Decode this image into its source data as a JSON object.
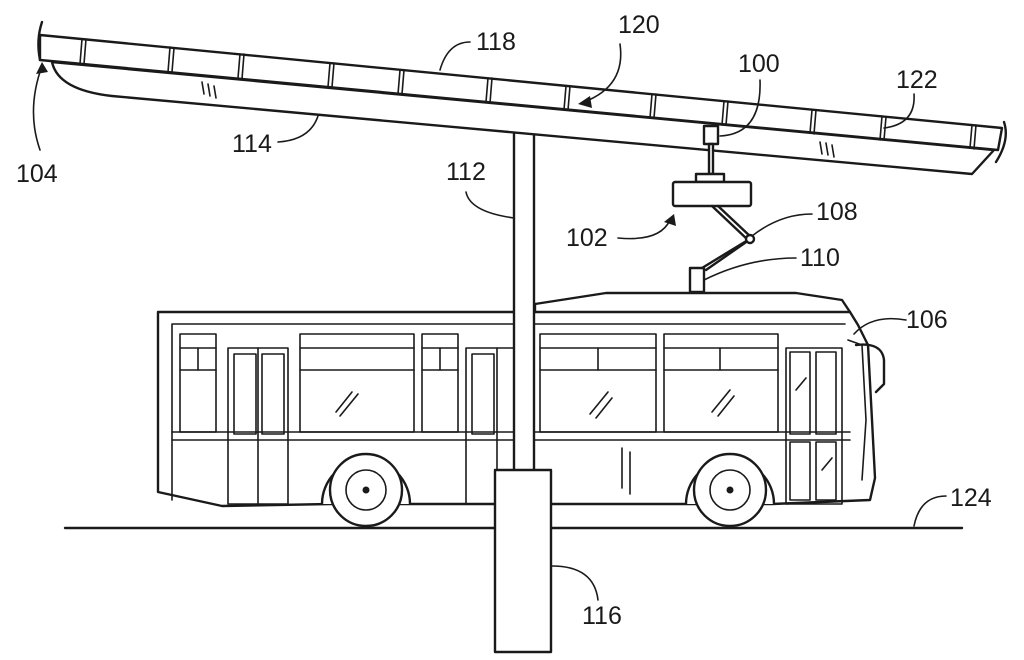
{
  "figure": {
    "labels": {
      "ref_100": "100",
      "ref_102": "102",
      "ref_104": "104",
      "ref_106": "106",
      "ref_108": "108",
      "ref_110": "110",
      "ref_112": "112",
      "ref_114": "114",
      "ref_116": "116",
      "ref_118": "118",
      "ref_120": "120",
      "ref_122": "122",
      "ref_124": "124"
    }
  }
}
